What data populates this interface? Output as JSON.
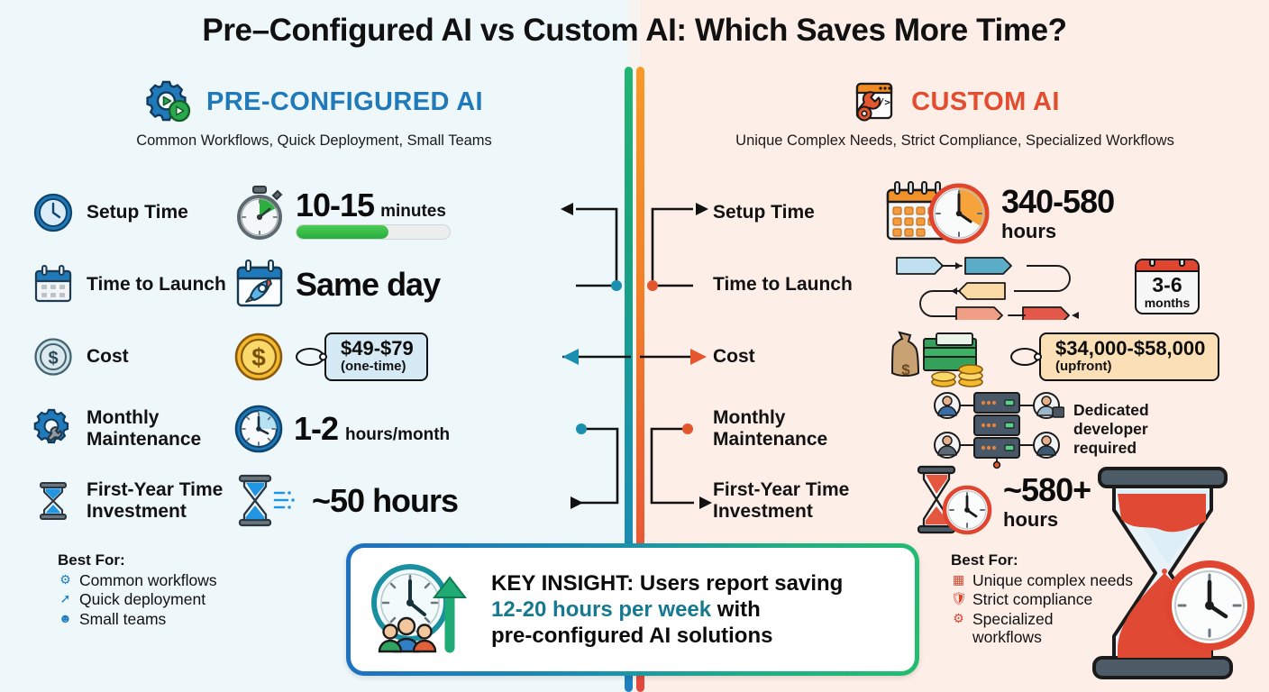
{
  "title": "Pre–Configured AI vs Custom AI: Which Saves More Time?",
  "colors": {
    "left_bg": "#eef8fb",
    "right_bg": "#fdeee7",
    "left_accent": "#2079b8",
    "right_accent": "#e14d2e",
    "insight_highlight": "#17798f",
    "progress_fill": "#2bb03f",
    "divider_left": "#1aa37e",
    "divider_right": "#ea5e34"
  },
  "left": {
    "heading": "PRE-CONFIGURED AI",
    "icon": "gear-play-icon",
    "subheading": "Common Workflows, Quick Deployment, Small Teams",
    "rows": [
      {
        "icon": "clock-icon",
        "label": "Setup Time",
        "value_icon": "stopwatch-icon",
        "value": "10-15",
        "unit": "minutes",
        "progress_percent": 60
      },
      {
        "icon": "calendar-icon",
        "label": "Time to Launch",
        "value_icon": "calendar-rocket-icon",
        "value": "Same day",
        "unit": ""
      },
      {
        "icon": "dollar-coin-icon",
        "label": "Cost",
        "value_icon": "gold-coin-icon",
        "tag_main": "$49-$79",
        "tag_sub": "(one-time)"
      },
      {
        "icon": "gear-wrench-icon",
        "label": "Monthly Maintenance",
        "value_icon": "wall-clock-icon",
        "value": "1-2",
        "unit": "hours/month"
      },
      {
        "icon": "hourglass-icon",
        "label": "First-Year Time Investment",
        "value_icon": "hourglass-motion-icon",
        "value": "~50 hours",
        "unit": ""
      }
    ],
    "best_for_title": "Best For:",
    "best_for": [
      {
        "icon": "gear-bullet-icon",
        "text": "Common workflows"
      },
      {
        "icon": "rocket-bullet-icon",
        "text": "Quick deployment"
      },
      {
        "icon": "team-bullet-icon",
        "text": "Small teams"
      }
    ]
  },
  "right": {
    "heading": "CUSTOM AI",
    "icon": "code-window-wrench-icon",
    "subheading": "Unique Complex Needs, Strict Compliance, Specialized Workflows",
    "rows": [
      {
        "icon": "arrow-connector-icon",
        "label": "Setup Time",
        "value_icon": "calendar-clock-icon",
        "value": "340-580",
        "unit": "hours"
      },
      {
        "icon": "arrow-connector-icon",
        "label": "Time to Launch",
        "value_icon": "workflow-arrows-icon",
        "badge_main": "3-6",
        "badge_sub": "months"
      },
      {
        "icon": "arrow-connector-icon",
        "label": "Cost",
        "value_icon": "money-stack-icon",
        "tag_main": "$34,000-$58,000",
        "tag_sub": "(upfront)"
      },
      {
        "icon": "arrow-connector-icon",
        "label": "Monthly Maintenance",
        "value_icon": "team-server-icon",
        "note": "Dedicated developer required"
      },
      {
        "icon": "arrow-connector-icon",
        "label": "First-Year Time Investment",
        "value_icon": "hourglass-clock-icon",
        "value": "~580+",
        "unit": "hours"
      }
    ],
    "best_for_title": "Best For:",
    "best_for": [
      {
        "icon": "blocks-bullet-icon",
        "text": "Unique complex needs"
      },
      {
        "icon": "shield-bullet-icon",
        "text": "Strict compliance"
      },
      {
        "icon": "cog-bullet-icon",
        "text": "Specialized workflows"
      }
    ]
  },
  "insight": {
    "icon": "clock-people-growth-icon",
    "line1_prefix": "KEY INSIGHT: Users report saving",
    "highlight": "12-20 hours per week",
    "line2_suffix": " with",
    "line3": "pre-configured AI solutions"
  }
}
